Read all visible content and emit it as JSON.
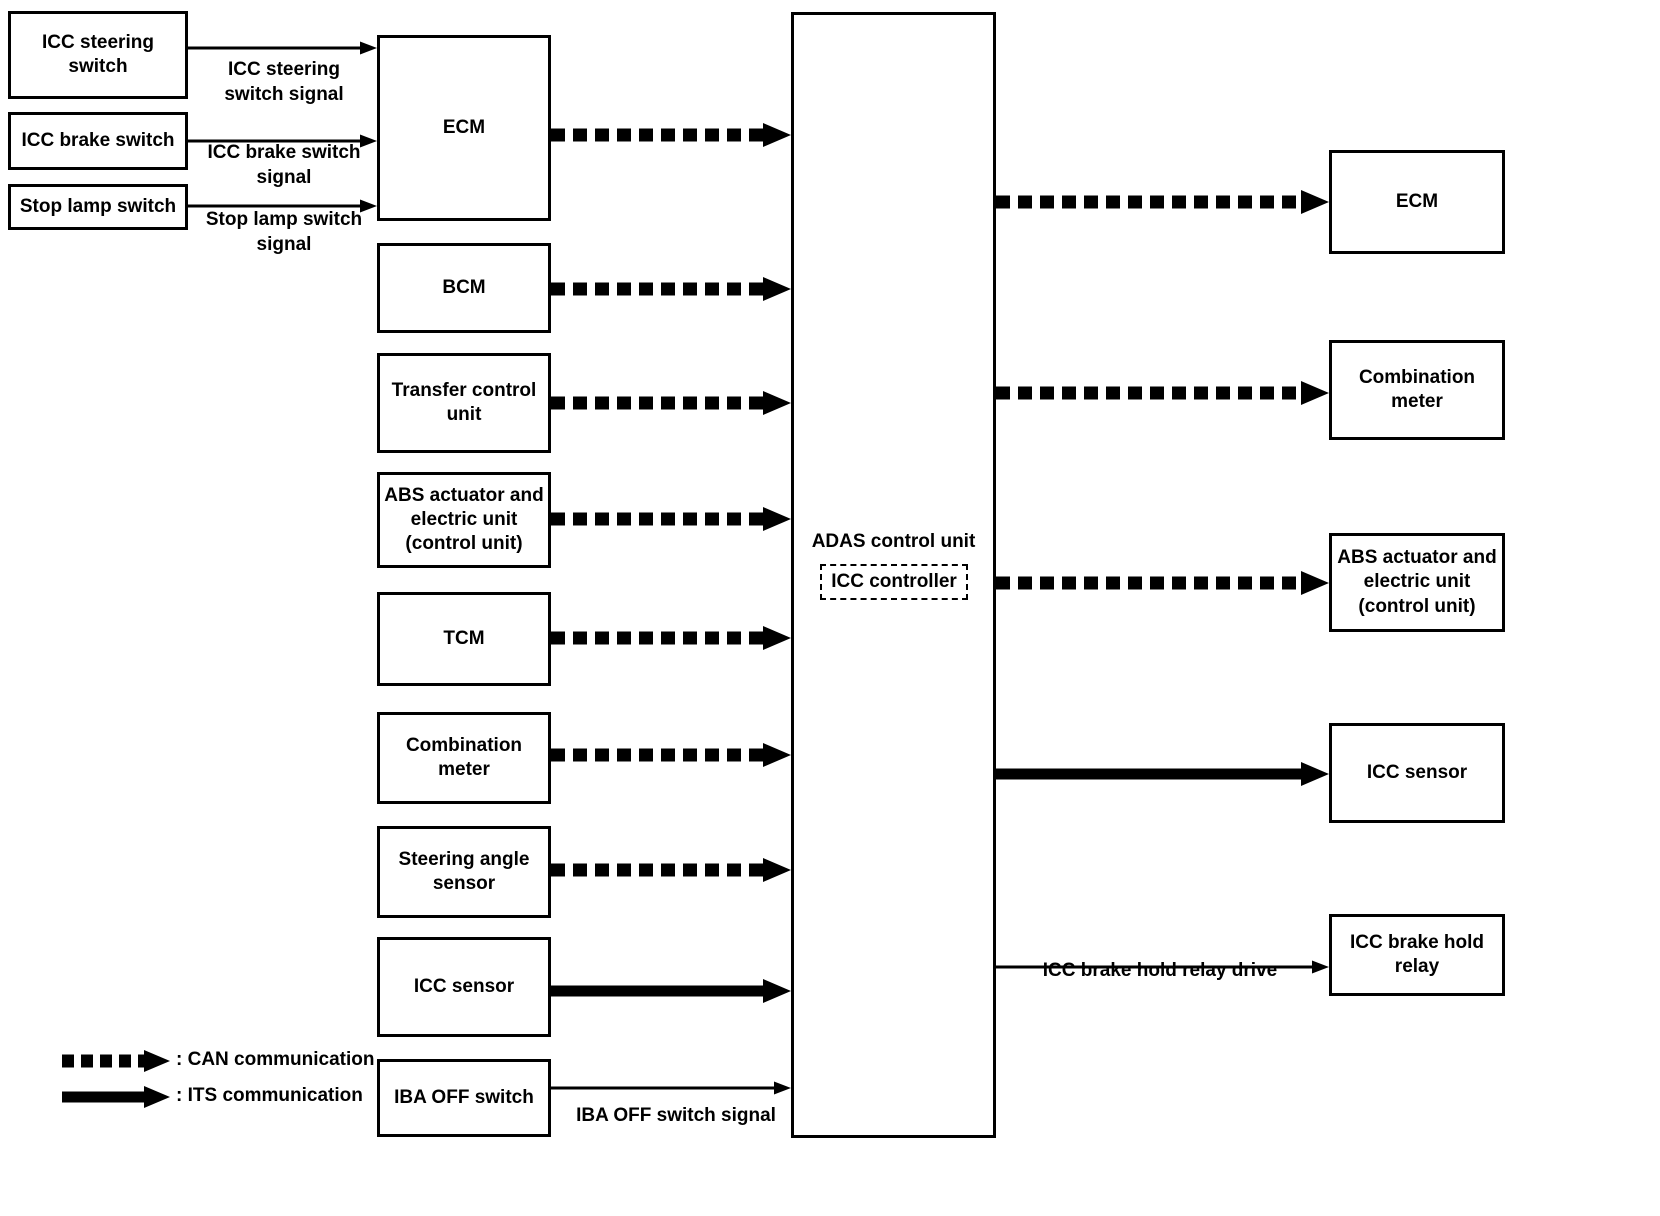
{
  "diagram": {
    "title": "ICC system component communication block diagram",
    "colors": {
      "line": "#000000",
      "background": "#ffffff",
      "text": "#000000"
    },
    "center_unit": {
      "name": "adas-control-unit",
      "label": "ADAS control unit",
      "inner_label": "ICC controller",
      "inner_style": "dashed"
    },
    "input_switches": [
      {
        "id": "icc-steering-switch",
        "label": "ICC steering\nswitch"
      },
      {
        "id": "icc-brake-switch",
        "label": "ICC brake switch"
      },
      {
        "id": "stop-lamp-switch",
        "label": "Stop lamp switch"
      }
    ],
    "switch_signals": [
      {
        "id": "icc-steering-switch-signal",
        "label": "ICC steering\nswitch signal"
      },
      {
        "id": "icc-brake-switch-signal",
        "label": "ICC brake switch\nsignal"
      },
      {
        "id": "stop-lamp-switch-signal",
        "label": "Stop lamp switch\nsignal"
      }
    ],
    "left_nodes": [
      {
        "id": "ecm-left",
        "label": "ECM",
        "link": "can"
      },
      {
        "id": "bcm",
        "label": "BCM",
        "link": "can"
      },
      {
        "id": "transfer-control-unit",
        "label": "Transfer control unit",
        "link": "can"
      },
      {
        "id": "abs-actuator-left",
        "label": "ABS actuator and\nelectric unit\n(control unit)",
        "link": "can"
      },
      {
        "id": "tcm",
        "label": "TCM",
        "link": "can"
      },
      {
        "id": "combination-meter-left",
        "label": "Combination meter",
        "link": "can"
      },
      {
        "id": "steering-angle-sensor",
        "label": "Steering angle\nsensor",
        "link": "can"
      },
      {
        "id": "icc-sensor-left",
        "label": "ICC sensor",
        "link": "its"
      },
      {
        "id": "iba-off-switch",
        "label": "IBA OFF switch",
        "link": "plain"
      }
    ],
    "right_nodes": [
      {
        "id": "ecm-right",
        "label": "ECM",
        "link": "can"
      },
      {
        "id": "combination-meter-right",
        "label": "Combination meter",
        "link": "can"
      },
      {
        "id": "abs-actuator-right",
        "label": "ABS actuator and\nelectric unit\n(control unit)",
        "link": "can"
      },
      {
        "id": "icc-sensor-right",
        "label": "ICC sensor",
        "link": "its"
      },
      {
        "id": "icc-brake-hold-relay",
        "label": "ICC brake hold\nrelay",
        "link": "plain"
      }
    ],
    "other_signals": [
      {
        "id": "iba-off-switch-signal",
        "label": "IBA OFF switch signal"
      },
      {
        "id": "icc-brake-hold-relay-drive",
        "label": "ICC brake hold relay drive"
      }
    ],
    "legend": [
      {
        "id": "legend-can",
        "style": "can",
        "label": ": CAN communication"
      },
      {
        "id": "legend-its",
        "style": "its",
        "label": ": ITS communication"
      }
    ]
  }
}
